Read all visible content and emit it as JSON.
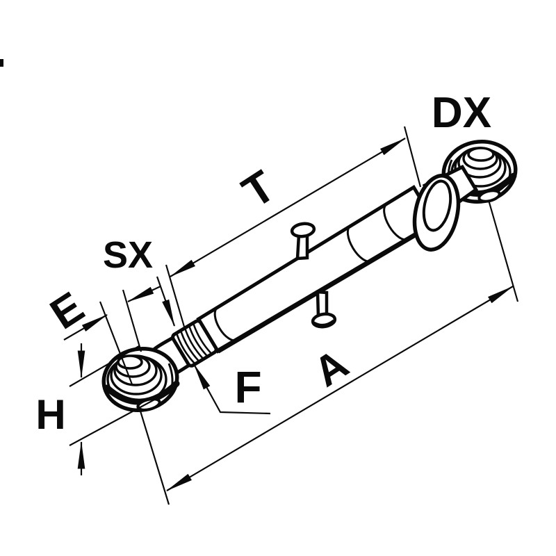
{
  "diagram": {
    "type": "technical-line-drawing",
    "ink_color": "#0a0a0a",
    "background_color": "#ffffff",
    "labels": {
      "t": "T",
      "dx": "DX",
      "sx": "SX",
      "e": "E",
      "h": "H",
      "f": "F",
      "a": "A"
    }
  }
}
